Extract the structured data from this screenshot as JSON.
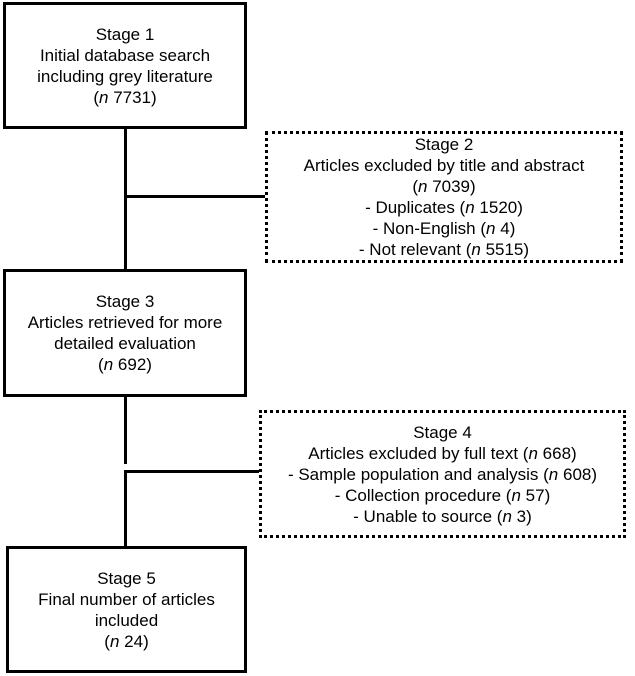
{
  "stage1": {
    "title": "Stage 1",
    "line1": "Initial database search",
    "line2": "including grey literature",
    "count": "7731"
  },
  "stage2": {
    "title": "Stage 2",
    "line1": "Articles excluded by title and abstract",
    "count": "7039",
    "items": [
      {
        "label": "- Duplicates",
        "count": "1520"
      },
      {
        "label": "- Non-English",
        "count": "4"
      },
      {
        "label": "- Not relevant",
        "count": "5515"
      }
    ]
  },
  "stage3": {
    "title": "Stage 3",
    "line1": "Articles retrieved for more",
    "line2": "detailed evaluation",
    "count": "692"
  },
  "stage4": {
    "title": "Stage 4",
    "line1": "Articles excluded by full text",
    "count": "668",
    "items": [
      {
        "label": "- Sample population and analysis",
        "count": "608"
      },
      {
        "label": "- Collection procedure",
        "count": "57"
      },
      {
        "label": "- Unable to source",
        "count": "3"
      }
    ]
  },
  "stage5": {
    "title": "Stage 5",
    "line1": "Final number of articles",
    "line2": "included",
    "count": "24"
  },
  "n_symbol": "n"
}
